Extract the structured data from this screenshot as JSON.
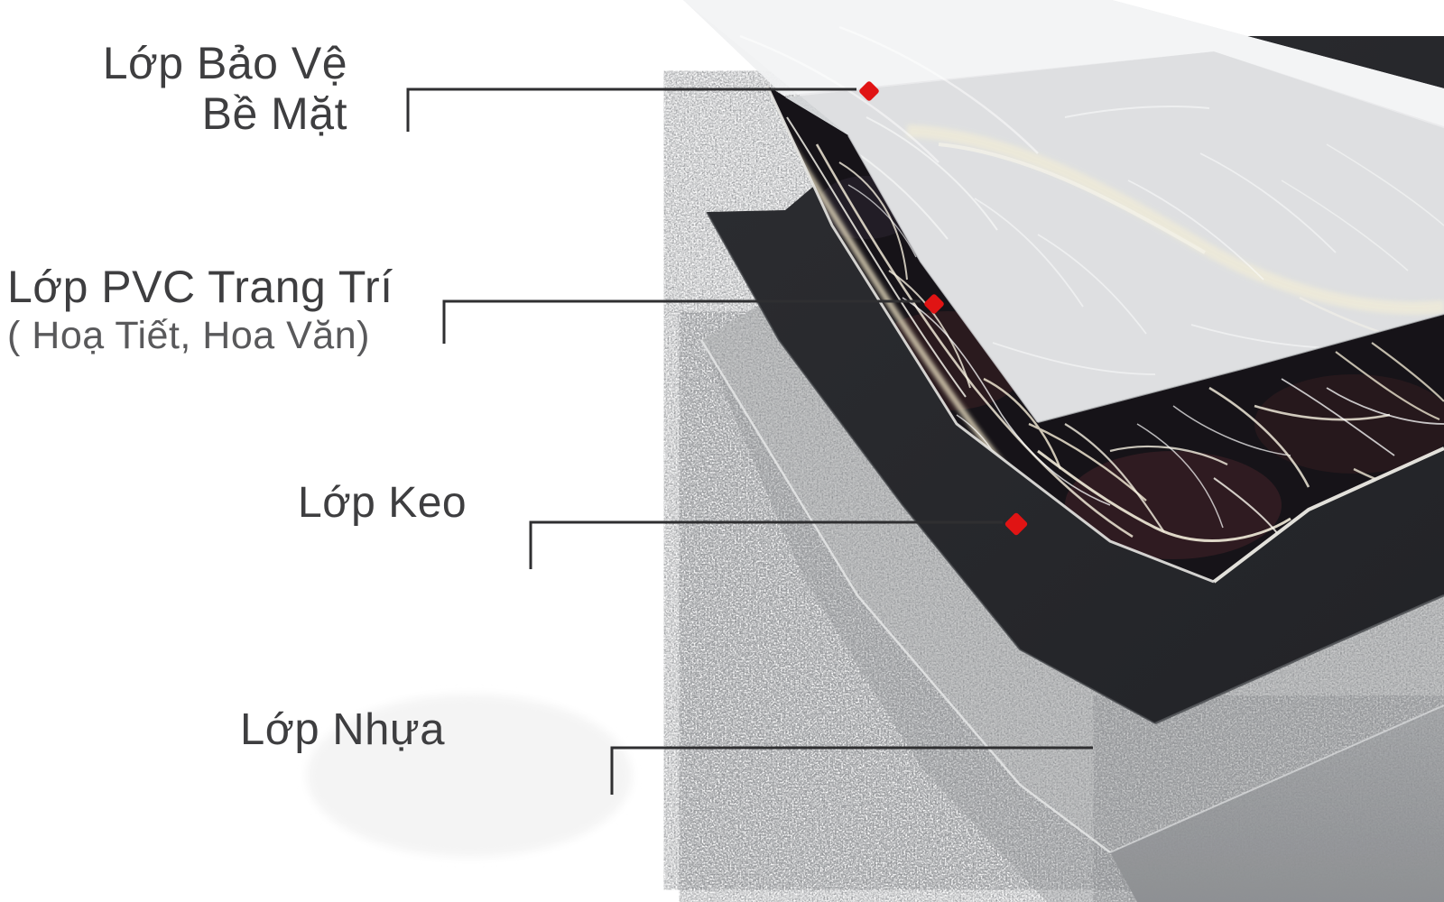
{
  "diagram": {
    "description": "Exploded layer diagram of decorative PVC marble sheet",
    "labels": {
      "protective": {
        "line1": "Lớp Bảo Vệ",
        "line2": "Bề Mặt"
      },
      "pvc": {
        "line1": "Lớp PVC Trang Trí",
        "line2": "( Hoạ Tiết, Hoa Văn)"
      },
      "glue": {
        "line1": "Lớp Keo"
      },
      "plastic": {
        "line1": "Lớp Nhựa"
      }
    },
    "colors": {
      "marker_red": "#e01414",
      "connector_line": "#2f2f31",
      "label_text": "#3e3e40",
      "label_subtext": "#59595b",
      "protective_sheet": "#e4e5e7",
      "marble_dark": "#161318",
      "glue_dark": "#27282c",
      "plastic_gray": "#cbcccd"
    }
  }
}
